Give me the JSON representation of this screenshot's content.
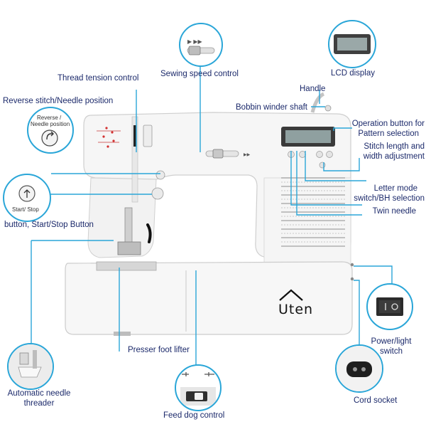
{
  "labels": {
    "thread_tension": "Thread tension control",
    "sewing_speed": "Sewing speed control",
    "lcd_display": "LCD display",
    "reverse_needle": "Reverse stitch/Needle position",
    "handle": "Handle",
    "bobbin_winder": "Bobbin winder shaft",
    "operation_button_1": "Operation button for",
    "operation_button_2": "Pattern selection",
    "stitch_length_1": "Stitch length and",
    "stitch_length_2": "width adjustment",
    "letter_mode_1": "Letter mode",
    "letter_mode_2": "switch/BH selection",
    "twin_needle": "Twin needle",
    "start_stop_button": "button, Start/Stop Button",
    "power_light_1": "Power/light",
    "power_light_2": "switch",
    "presser_foot": "Presser foot lifter",
    "auto_threader_1": "Automatic needle",
    "auto_threader_2": "threader",
    "feed_dog": "Feed dog control",
    "cord_socket": "Cord socket"
  },
  "callouts": {
    "reverse_1": "Reverse /",
    "reverse_2": "Needle position",
    "start_stop": "Start/ Stop"
  },
  "brand": "Uten",
  "colors": {
    "accent": "#2aa6d8",
    "label_text": "#1c2a6b",
    "machine_body": "#f4f4f4"
  }
}
